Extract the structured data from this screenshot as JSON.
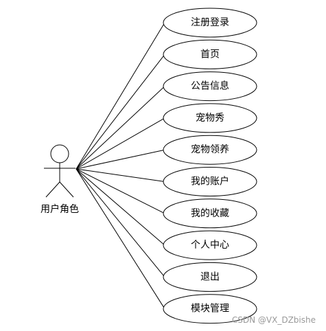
{
  "actor": {
    "label": "用户角色"
  },
  "use_cases": [
    {
      "label": "注册登录"
    },
    {
      "label": "首页"
    },
    {
      "label": "公告信息"
    },
    {
      "label": "宠物秀"
    },
    {
      "label": "宠物领养"
    },
    {
      "label": "我的账户"
    },
    {
      "label": "我的收藏"
    },
    {
      "label": "个人中心"
    },
    {
      "label": "退出"
    },
    {
      "label": "模块管理"
    }
  ],
  "watermark": "CSDN @VX_DZbishe"
}
